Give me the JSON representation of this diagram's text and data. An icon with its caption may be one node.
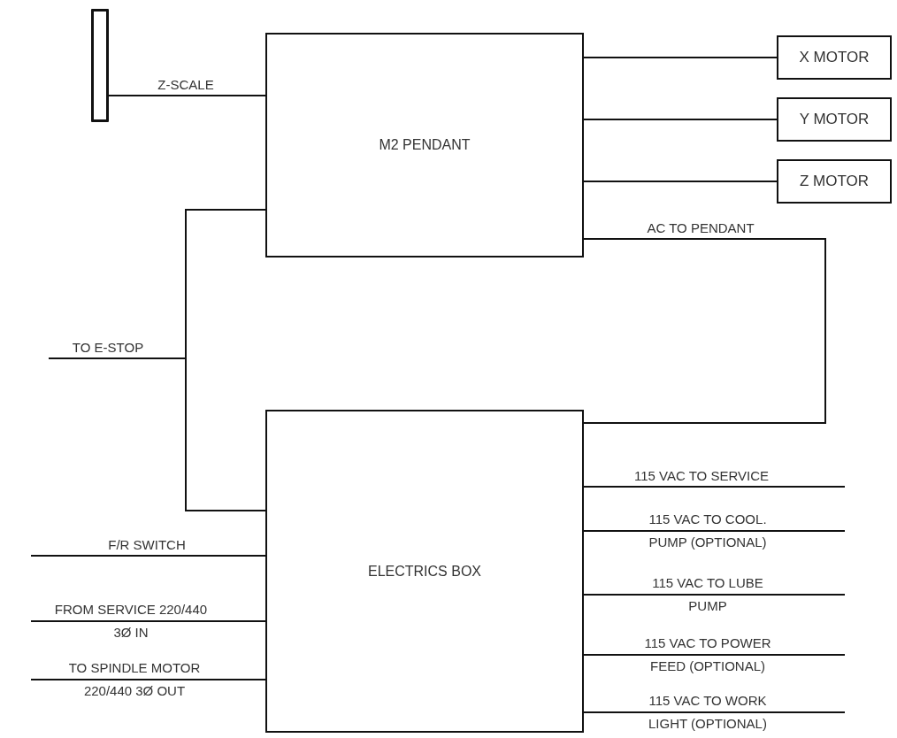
{
  "diagram": {
    "nodes": [
      {
        "text": [],
        "shape": "bar"
      },
      {
        "text": [
          "M2 PENDANT"
        ]
      },
      {
        "text": [
          "X MOTOR"
        ]
      },
      {
        "text": [
          "Y MOTOR"
        ]
      },
      {
        "text": [
          "Z MOTOR"
        ]
      },
      {
        "text": [
          "ELECTRICS BOX"
        ]
      }
    ],
    "edges": [
      {
        "from": 0,
        "to": 1,
        "arrow": "none",
        "label": "Z-SCALE"
      },
      {
        "from": 1,
        "to": 2,
        "arrow": "none"
      },
      {
        "from": 1,
        "to": 3,
        "arrow": "none"
      },
      {
        "from": 1,
        "to": 4,
        "arrow": "none"
      },
      {
        "from": 1,
        "to": 5,
        "arrow": "none",
        "label": "AC TO PENDANT"
      },
      {
        "from": 1,
        "to": 5,
        "arrow": "none"
      },
      {
        "from": null,
        "to": 5,
        "arrow": "none",
        "label": "TO E-STOP"
      },
      {
        "from": null,
        "to": 5,
        "arrow": "none",
        "label": "F/R SWITCH"
      },
      {
        "from": null,
        "to": 5,
        "arrow": "none",
        "label": "FROM SERVICE 220/440 3Ø IN"
      },
      {
        "from": null,
        "to": 5,
        "arrow": "none",
        "label": "TO SPINDLE MOTOR 220/440 3Ø OUT"
      },
      {
        "from": 5,
        "to": null,
        "arrow": "none",
        "label": "115 VAC TO SERVICE"
      },
      {
        "from": 5,
        "to": null,
        "arrow": "none",
        "label": "115 VAC TO COOL. PUMP (OPTIONAL)"
      },
      {
        "from": 5,
        "to": null,
        "arrow": "none",
        "label": "115 VAC TO LUBE PUMP"
      },
      {
        "from": 5,
        "to": null,
        "arrow": "none",
        "label": "115 VAC TO POWER FEED (OPTIONAL)"
      },
      {
        "from": 5,
        "to": null,
        "arrow": "none",
        "label": "115 VAC TO WORK LIGHT (OPTIONAL)"
      }
    ]
  }
}
